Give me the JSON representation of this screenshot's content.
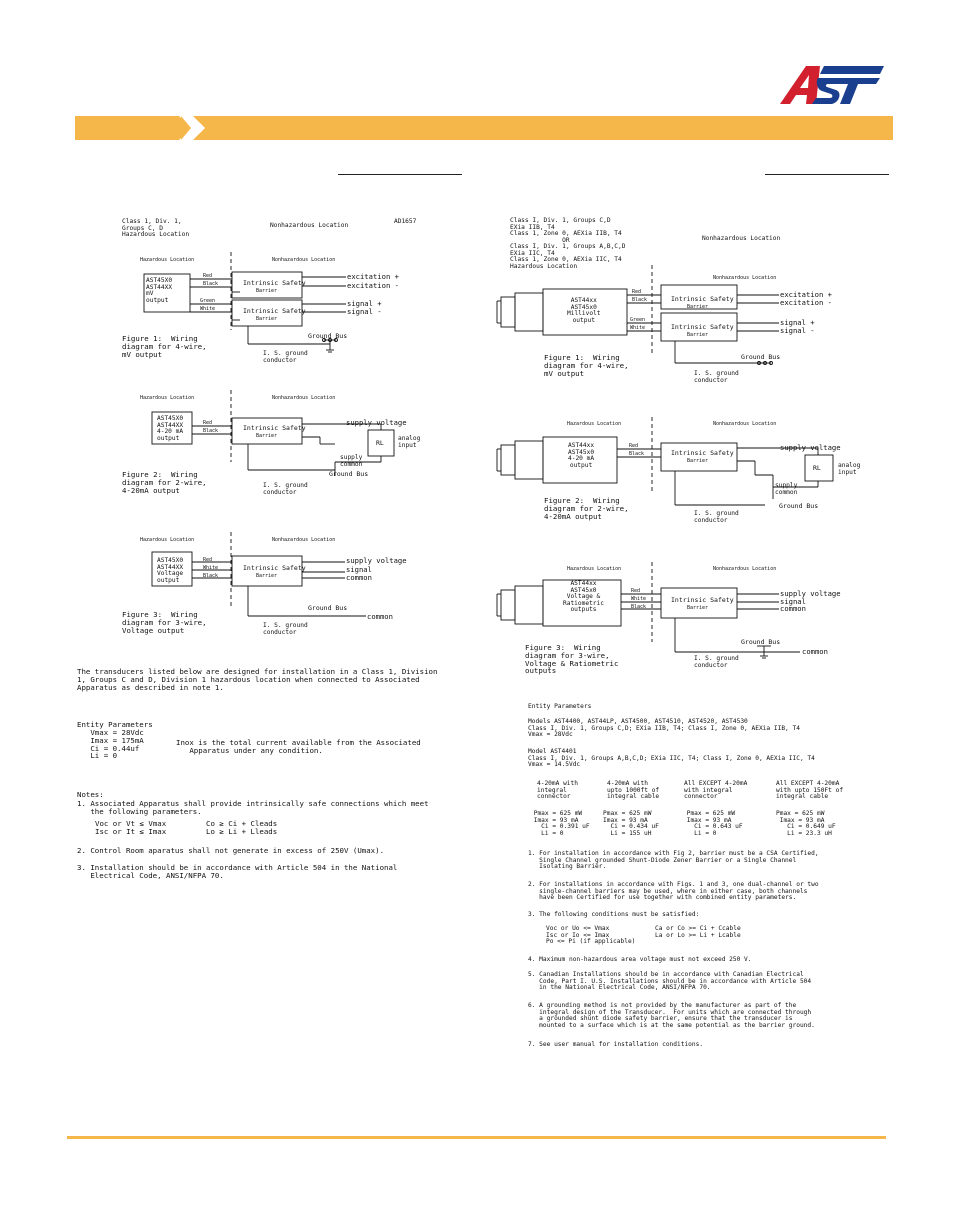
{
  "brand": {
    "logo_text": "AST",
    "colors": {
      "red": "#d3202e",
      "blue": "#1b3f8f",
      "banner": "#f6b74a"
    }
  },
  "left": {
    "header": {
      "hazard_class": "Class 1, Div. 1,\nGroups C, D\nHazardous Location",
      "nonhaz": "Nonhazardous Location",
      "doc_number": "AD1657"
    },
    "fig1": {
      "haz": "Hazardous Location",
      "nonhaz": "Nonhazardous Location",
      "sensor": "AST45X0\nAST44XX\nmV\noutput",
      "wires": [
        "Red",
        "Black",
        "Green",
        "White"
      ],
      "barrier": "Intrinsic Safety\nBarrier",
      "outputs": [
        "excitation +",
        "excitation -",
        "signal +",
        "signal -"
      ],
      "ground_bus": "Ground Bus",
      "gnd_conductor": "I. S. ground\nconductor",
      "caption": "Figure 1:  Wiring\ndiagram for 4-wire,\nmV output"
    },
    "fig2": {
      "haz": "Hazardous Location",
      "nonhaz": "Nonhazardous Location",
      "sensor": "AST45X0\nAST44XX\n4-20 mA\noutput",
      "wires": [
        "Red",
        "Black"
      ],
      "barrier": "Intrinsic Safety\nBarrier",
      "supply_voltage": "supply voltage",
      "analog_input": "analog\ninput",
      "supply_common": "supply\ncommon",
      "rl": "RL",
      "ground_bus": "Ground Bus",
      "gnd_conductor": "I. S. ground\nconductor",
      "caption": "Figure 2:  Wiring\ndiagram for 2-wire,\n4-20mA output"
    },
    "fig3": {
      "haz": "Hazardous Location",
      "nonhaz": "Nonhazardous Location",
      "sensor": "AST45X0\nAST44XX\nVoltage\noutput",
      "wires": [
        "Red",
        "White",
        "Black"
      ],
      "barrier": "Intrinsic Safety\nBarrier",
      "outputs": [
        "supply voltage",
        "signal",
        "common"
      ],
      "ground_bus": "Ground Bus",
      "common": "common",
      "gnd_conductor": "I. S. ground\nconductor",
      "caption": "Figure 3:  Wiring\ndiagram for 3-wire,\nVoltage output"
    },
    "intro": "The transducers listed below are designed for installation in a Class 1, Division\n1, Groups C and D, Division 1 hazardous location when connected to Associated\nApparatus as described in note 1.",
    "entity": {
      "title": "Entity Parameters",
      "params": "   Vmax = 28Vdc\n   Imax = 175mA\n   Ci = 0.44uf\n   Li = 0",
      "note": "Inox is the total current available from the Associated\n   Apparatus under any condition."
    },
    "notes": {
      "title": "Notes:",
      "n1": "1. Associated Apparatus shall provide intrinsically safe connections which meet\n   the following parameters.",
      "n1_eq_left": "Voc or Vt ≤ Vmax\nIsc or It ≤ Imax",
      "n1_eq_right": "Co ≥ Ci + Cleads\nLo ≥ Li + Lleads",
      "n2": "2. Control Room aparatus shall not generate in excess of 250V (Umax).",
      "n3": "3. Installation should be in accordance with Article 504 in the National\n   Electrical Code, ANSI/NFPA 70."
    }
  },
  "right": {
    "header": {
      "hazard_class": "Class I, Div. 1, Groups C,D\nEXia IIB, T4\nClass 1, Zone 0, AEXia IIB, T4\n              OR\nClass I, Div. 1, Groups A,B,C,D\nEXia IIC, T4\nClass 1, Zone 0, AEXia IIC, T4\nHazardous Location",
      "nonhaz": "Nonhazardous Location"
    },
    "fig1": {
      "nonhaz": "Nonhazardous Location",
      "sensor": "AST44xx\nAST45x0\nMillivolt\noutput",
      "wires": [
        "Red",
        "Black",
        "Green",
        "White"
      ],
      "barrier": "Intrinsic Safety\nBarrier",
      "outputs": [
        "excitation +",
        "excitation -",
        "signal +",
        "signal -"
      ],
      "ground_bus": "Ground Bus",
      "gnd_conductor": "I. S. ground\nconductor",
      "caption": "Figure 1:  Wiring\ndiagram for 4-wire,\nmV output"
    },
    "fig2": {
      "haz": "Hazardous Location",
      "nonhaz": "Nonhazardous Location",
      "sensor": "AST44xx\nAST45x0\n4-20 mA\noutput",
      "wires": [
        "Red",
        "Black"
      ],
      "barrier": "Intrinsic Safety\nBarrier",
      "supply_voltage": "supply voltage",
      "analog_input": "analog\ninput",
      "supply_common": "supply\ncommon",
      "rl": "RL",
      "ground_bus": "Ground Bus",
      "gnd_conductor": "I. S. ground\nconductor",
      "caption": "Figure 2:  Wiring\ndiagram for 2-wire,\n4-20mA output"
    },
    "fig3": {
      "haz": "Hazardous Location",
      "nonhaz": "Nonhazardous Location",
      "sensor": "AST44xx\nAST45x0\nVoltage &\nRatiometric\noutputs",
      "wires": [
        "Red",
        "White",
        "Black"
      ],
      "barrier": "Intrinsic Safety\nBarrier",
      "outputs": [
        "supply voltage",
        "signal",
        "common"
      ],
      "ground_bus": "Ground Bus",
      "common": "common",
      "gnd_conductor": "I. S. ground\nconductor",
      "caption": "Figure 3:  Wiring\ndiagram for 3-wire,\nVoltage & Ratiometric\noutputs"
    },
    "entity": {
      "title": "Entity Parameters",
      "models1": "Models AST4400, AST44LP, AST4500, AST4510, AST4520, AST4530\nClass I, Div. 1, Groups C,D; EXia IIB, T4; Class I, Zone 0, AEXia IIB, T4\nVmax = 28Vdc",
      "models2": "Model AST4401\nClass I, Div. 1, Groups A,B,C,D; EXia IIC, T4; Class I, Zone 0, AEXia IIC, T4\nVmax = 14.5Vdc",
      "columns": [
        {
          "head": "4-20mA with\nintegral\nconnector",
          "vals": " Pmax = 625 mW\n Imax = 93 mA\n   Ci = 0.391 uF\n   Li = 0"
        },
        {
          "head": "4-20mA with\nupto 1000ft of\nintegral cable",
          "vals": "Pmax = 625 mW\nImax = 93 mA\n  Ci = 0.434 uF\n  Li = 155 uH"
        },
        {
          "head": "All EXCEPT 4-20mA\nwith integral\nconnector",
          "vals": " Pmax = 625 mW\n Imax = 93 mA\n   Ci = 0.643 uF\n   Li = 0"
        },
        {
          "head": "All EXCEPT 4-20mA\nwith upto 150Ft of\nintegral cable",
          "vals": "Pmax = 625 mW\n Imax = 93 mA\n   Ci = 0.649 uF\n   Li = 23.3 uH"
        }
      ]
    },
    "notes": {
      "n1": "1. For installation in accordance with Fig 2, barrier must be a CSA Certified,\n   Single Channel grounded Shunt-Diode Zener Barrier or a Single Channel\n   Isolating Barrier.",
      "n2": "2. For installations in accordance with Figs. 1 and 3, one dual-channel or two\n   single-channel barriers may be used, where in either case, both channels\n   have been Certified for use together with combined entity parameters.",
      "n3": "3. The following conditions must be satisfied:",
      "n3_eq_left": "Voc or Uo <= Vmax\nIsc or Io <= Imax\nPo <= Pi (if applicable)",
      "n3_eq_right": "Ca or Co >= Ci + Ccable\nLa or Lo >= Li + Lcable",
      "n4": "4. Maximum non-hazardous area voltage must not exceed 250 V.",
      "n5": "5. Canadian Installations should be in accordance with Canadian Electrical\n   Code, Part I. U.S. Installations should be in accordance with Article 504\n   in the National Electrical Code, ANSI/NFPA 70.",
      "n6": "6. A grounding method is not provided by the manufacturer as part of the\n   integral design of the Transducer.  For units which are connected through\n   a grounded shunt diode safety barrier, ensure that the transducer is\n   mounted to a surface which is at the same potential as the barrier ground.",
      "n7": "7. See user manual for installation conditions."
    }
  }
}
